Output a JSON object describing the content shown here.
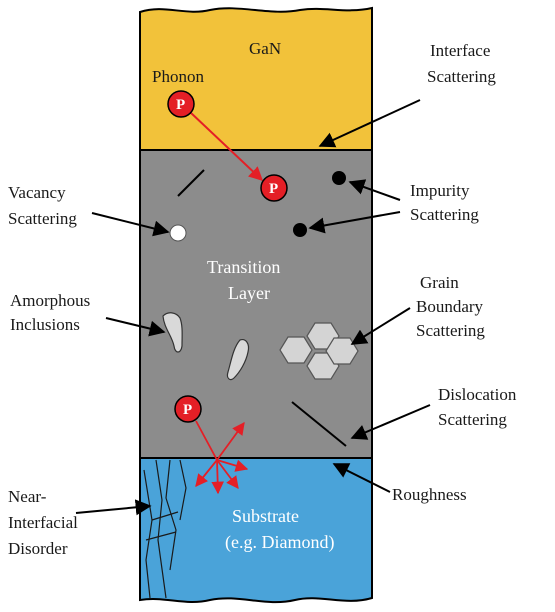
{
  "colors": {
    "gan": "#f2c23a",
    "transition": "#8c8c8c",
    "substrate": "#4aa3d9",
    "phonon": "#e41f26",
    "arrow": "#000000",
    "phonon_path": "#e41f26"
  },
  "layers": {
    "gan": "GaN",
    "transition_line1": "Transition",
    "transition_line2": "Layer",
    "substrate_line1": "Substrate",
    "substrate_line2": "(e.g. Diamond)"
  },
  "phonon_title": "Phonon",
  "phonon_symbol": "P",
  "labels": {
    "interface": [
      "Interface",
      "Scattering"
    ],
    "vacancy": [
      "Vacancy",
      "Scattering"
    ],
    "impurity": [
      "Impurity",
      "Scattering"
    ],
    "amorphous": [
      "Amorphous",
      "Inclusions"
    ],
    "grain": [
      "Grain",
      "Boundary",
      "Scattering"
    ],
    "dislocation": [
      "Dislocation",
      "Scattering"
    ],
    "roughness": "Roughness",
    "disorder": [
      "Near-",
      "Interfacial",
      "Disorder"
    ]
  }
}
